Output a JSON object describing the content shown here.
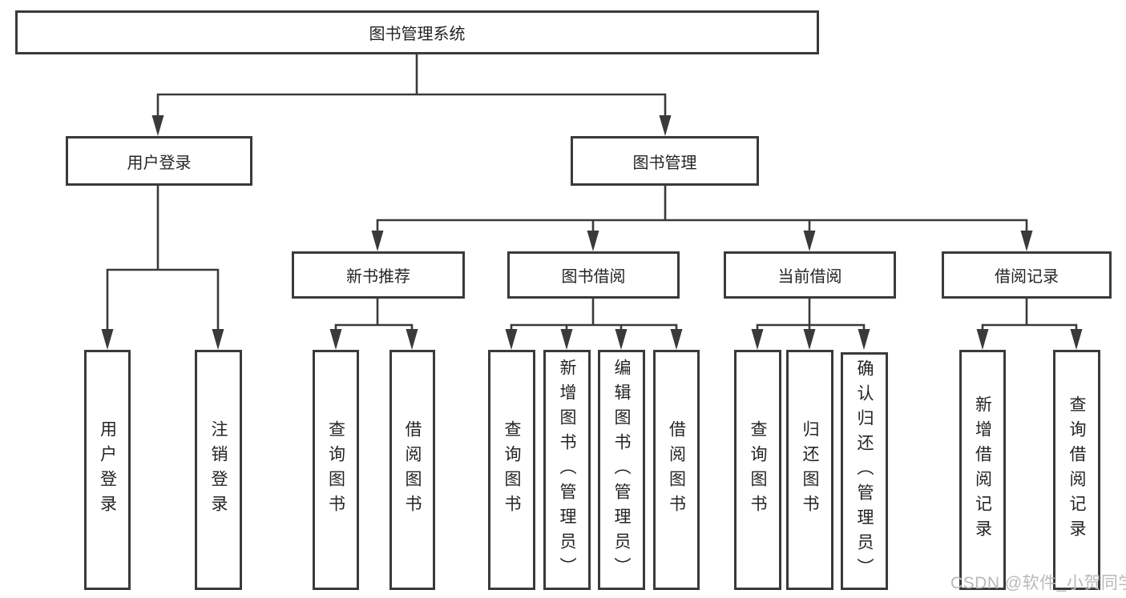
{
  "tree": {
    "root": {
      "label": "图书管理系统"
    },
    "branches": [
      {
        "label": "用户登录",
        "children": [
          {
            "label": "用户登录"
          },
          {
            "label": "注销登录"
          }
        ]
      },
      {
        "label": "图书管理",
        "children": [
          {
            "label": "新书推荐",
            "children": [
              {
                "label": "查询图书"
              },
              {
                "label": "借阅图书"
              }
            ]
          },
          {
            "label": "图书借阅",
            "children": [
              {
                "label": "查询图书"
              },
              {
                "label": "新增图书（管理员）"
              },
              {
                "label": "编辑图书（管理员）"
              },
              {
                "label": "借阅图书"
              }
            ]
          },
          {
            "label": "当前借阅",
            "children": [
              {
                "label": "查询图书"
              },
              {
                "label": "归还图书"
              },
              {
                "label": "确认归还（管理员）"
              }
            ]
          },
          {
            "label": "借阅记录",
            "children": [
              {
                "label": "新增借阅记录"
              },
              {
                "label": "查询借阅记录"
              }
            ]
          }
        ]
      }
    ]
  },
  "watermark": {
    "text": "CSDN @软件_小贺同学"
  },
  "colors": {
    "line": "#3a3a3a",
    "box_border": "#3a3a3a",
    "text": "#242424",
    "watermark": "#b9b9b9",
    "background": "#ffffff"
  }
}
